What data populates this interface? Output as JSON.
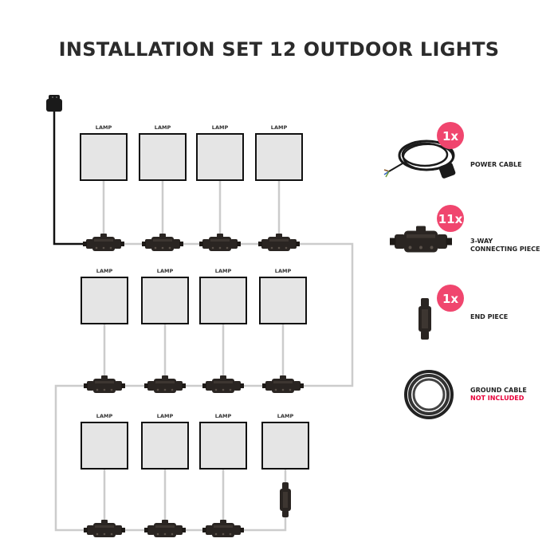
{
  "title": "INSTALLATION SET 12 OUTDOOR LIGHTS",
  "lamp_label": "LAMP",
  "colors": {
    "badge": "#f0466e",
    "cable": "#cccccc",
    "lamp_fill": "#e5e5e5",
    "text": "#2b2b2b",
    "warning": "#e8003a"
  },
  "legend": {
    "power_cable": {
      "count": "1x",
      "label": "POWER CABLE",
      "icon": "power-cable-icon"
    },
    "connector": {
      "count": "11x",
      "label_line1": "3-WAY",
      "label_line2": "CONNECTING PIECE",
      "icon": "three-way-connector-icon"
    },
    "end_piece": {
      "count": "1x",
      "label": "END PIECE",
      "icon": "end-piece-icon"
    },
    "ground_cable": {
      "label_line1": "GROUND CABLE",
      "label_line2": "NOT INCLUDED",
      "icon": "ground-cable-icon"
    }
  }
}
